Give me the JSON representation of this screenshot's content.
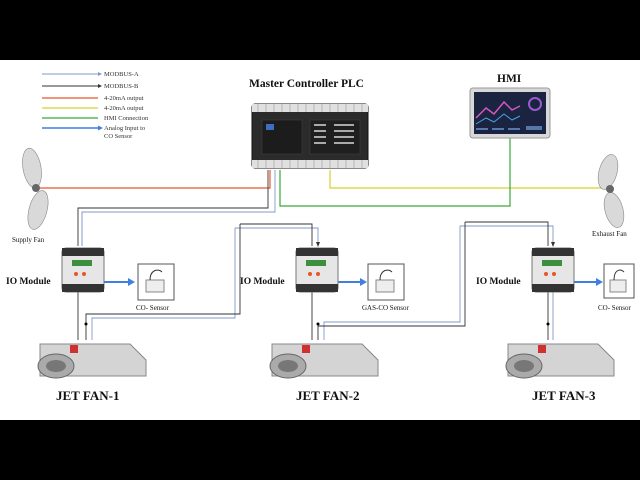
{
  "legend": [
    {
      "label": "MODBUS-A",
      "color": "#7f9ac9"
    },
    {
      "label": "MODBUS-B",
      "color": "#333333"
    },
    {
      "label": "4-20mA  output",
      "color": "#e8552b"
    },
    {
      "label": "4-20mA  output",
      "color": "#d8d02e"
    },
    {
      "label": "HMI Connection",
      "color": "#3aa83a"
    },
    {
      "label": "Analog Input to",
      "label2": "CO Sensor",
      "color": "#3f7fe0"
    }
  ],
  "labels": {
    "plc": "Master Controller PLC",
    "hmi": "HMI",
    "supply_fan": "Supply Fan",
    "exhaust_fan": "Exhaust Fan",
    "io_module_1": "IO Module",
    "io_module_2": "IO Module",
    "io_module_3": "IO Module",
    "sensor_1": "CO- Sensor",
    "sensor_2": "GAS-CO Sensor",
    "sensor_3": "CO- Sensor",
    "jet_fan_1": "JET FAN-1",
    "jet_fan_2": "JET FAN-2",
    "jet_fan_3": "JET FAN-3"
  }
}
